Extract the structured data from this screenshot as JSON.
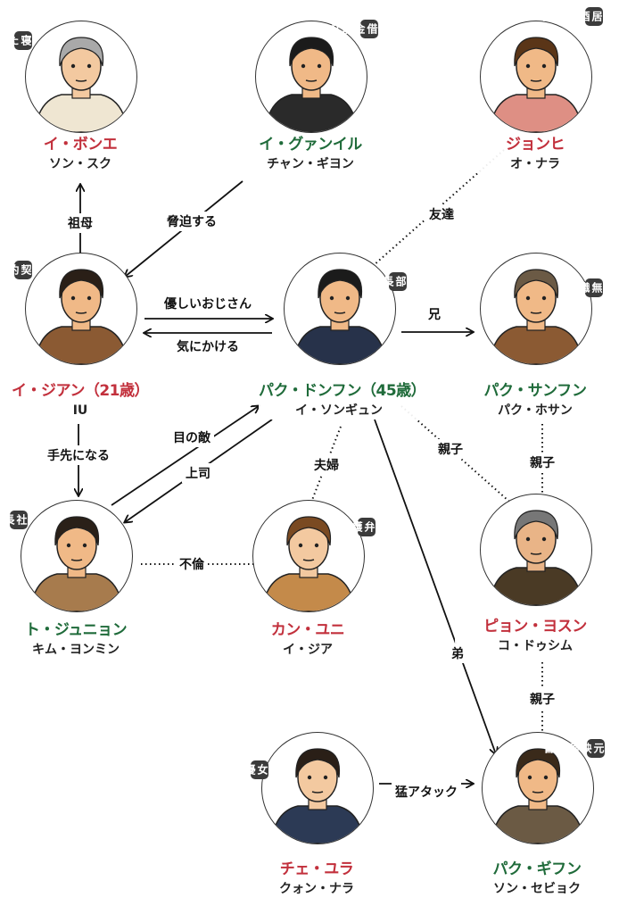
{
  "characters": [
    {
      "id": "bonae",
      "name": "イ・ボンエ",
      "actor": "ソン・スク",
      "role_tag": "寝たきり",
      "name_color": "red"
    },
    {
      "id": "gwangil",
      "name": "イ・グァンイル",
      "actor": "チャン・ギヨン",
      "role_tag": "借金取り",
      "name_color": "green"
    },
    {
      "id": "jonghi",
      "name": "ジョンヒ",
      "actor": "オ・ナラ",
      "role_tag": "居酒屋経営",
      "name_color": "red"
    },
    {
      "id": "jian",
      "name": "イ・ジアン（21歳）",
      "actor": "IU",
      "role_tag": "契約社員",
      "name_color": "red"
    },
    {
      "id": "donghun",
      "name": "パク・ドンフン（45歳）",
      "actor": "イ・ソンギュン",
      "role_tag": "部長",
      "name_color": "green"
    },
    {
      "id": "sanghun",
      "name": "パク・サンフン",
      "actor": "パク・ホサン",
      "role_tag": "無職",
      "name_color": "green"
    },
    {
      "id": "junyong",
      "name": "ト・ジュニョン",
      "actor": "キム・ヨンミン",
      "role_tag": "社長",
      "name_color": "green"
    },
    {
      "id": "yuni",
      "name": "カン・ユニ",
      "actor": "イ・ジア",
      "role_tag": "弁護士",
      "name_color": "red"
    },
    {
      "id": "yosun",
      "name": "ピョン・ヨスン",
      "actor": "コ・ドゥシム",
      "role_tag": "",
      "name_color": "red"
    },
    {
      "id": "yura",
      "name": "チェ・ユラ",
      "actor": "クォン・ナラ",
      "role_tag": "女優",
      "name_color": "red"
    },
    {
      "id": "gihun",
      "name": "パク・ギフン",
      "actor": "ソン・セビョク",
      "role_tag": "元映画監督",
      "name_color": "green"
    }
  ],
  "relations": [
    {
      "from": "jian",
      "to": "bonae",
      "label": "祖母",
      "style": "arrow"
    },
    {
      "from": "gwangil",
      "to": "jian",
      "label": "脅迫する",
      "style": "arrow"
    },
    {
      "from": "jonghi",
      "to": "donghun",
      "label": "友達",
      "style": "dotted"
    },
    {
      "from": "jian",
      "to": "donghun",
      "label": "優しいおじさん",
      "style": "arrow"
    },
    {
      "from": "donghun",
      "to": "jian",
      "label": "気にかける",
      "style": "arrow"
    },
    {
      "from": "donghun",
      "to": "sanghun",
      "label": "兄",
      "style": "arrow"
    },
    {
      "from": "jian",
      "to": "junyong",
      "label": "手先になる",
      "style": "arrow"
    },
    {
      "from": "junyong",
      "to": "donghun",
      "label": "目の敵",
      "style": "arrow"
    },
    {
      "from": "donghun",
      "to": "junyong",
      "label": "上司",
      "style": "arrow"
    },
    {
      "from": "donghun",
      "to": "yuni",
      "label": "夫婦",
      "style": "dotted"
    },
    {
      "from": "junyong",
      "to": "yuni",
      "label": "不倫",
      "style": "dotted"
    },
    {
      "from": "donghun",
      "to": "yosun",
      "label": "親子",
      "style": "dotted"
    },
    {
      "from": "sanghun",
      "to": "yosun",
      "label": "親子",
      "style": "dotted"
    },
    {
      "from": "donghun",
      "to": "gihun",
      "label": "弟",
      "style": "arrow"
    },
    {
      "from": "yosun",
      "to": "gihun",
      "label": "親子",
      "style": "dotted"
    },
    {
      "from": "yura",
      "to": "gihun",
      "label": "猛アタック",
      "style": "arrow"
    }
  ],
  "colors": {
    "red": "#c2303c",
    "green": "#1f6b3a",
    "tag_bg": "#3b3b3b"
  }
}
